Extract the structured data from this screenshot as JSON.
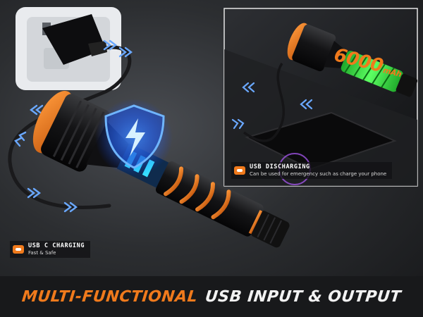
{
  "inset": {
    "capacity": "6000",
    "capacity_unit": "mAh",
    "discharge_title": "USB DISCHARGING",
    "discharge_desc": "Can be used for emergency such as charge your phone"
  },
  "main": {
    "charge_title": "USB C CHARGING",
    "charge_desc": "Fast & Safe"
  },
  "footer": {
    "accent": "MULTI-FUNCTIONAL",
    "main": "USB INPUT & OUTPUT"
  },
  "colors": {
    "accent_orange": "#f07a1c",
    "battery_green": "#33d33a",
    "shield_blue": "#1e6bff",
    "background_dark": "#18191b"
  }
}
